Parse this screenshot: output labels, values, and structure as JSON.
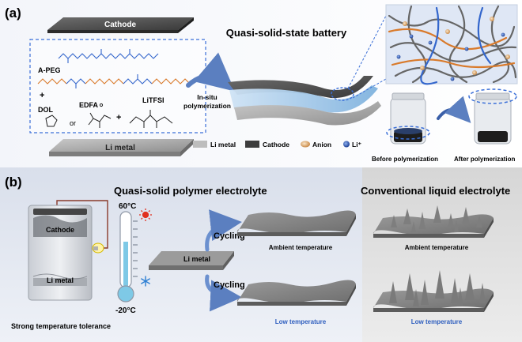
{
  "panel_a": {
    "label": "(a)",
    "title": "Quasi-solid-state battery",
    "cathode_label": "Cathode",
    "li_metal_label": "Li metal",
    "apeg_label": "A-PEG",
    "plus_1": "+",
    "dol_label": "DOL",
    "edfa_label": "EDFA",
    "or_label": "or",
    "plus_2": "+",
    "litfsi_label": "LiTFSI",
    "arrow_label_line1": "In-situ",
    "arrow_label_line2": "polymerization",
    "legend": {
      "li_metal": "Li metal",
      "cathode": "Cathode",
      "anion": "Anion",
      "li_ion": "Li⁺"
    },
    "before_label": "Before polymerization",
    "after_label": "After polymerization",
    "colors": {
      "chain_blue": "#3366cc",
      "chain_orange": "#d97a2b",
      "box_dash": "#3a6fd8"
    }
  },
  "panel_b": {
    "label": "(b)",
    "quasi_title": "Quasi-solid polymer electrolyte",
    "conventional_title": "Conventional liquid electrolyte",
    "cell_cathode": "Cathode",
    "cell_li_metal": "Li metal",
    "temp_high": "60°C",
    "temp_low": "-20°C",
    "tolerance_label": "Strong temperature tolerance",
    "center_li_metal": "Li metal",
    "cycling_1": "Cycling",
    "cycling_2": "Cycling",
    "ambient_left": "Ambient temperature",
    "low_left": "Low temperature",
    "ambient_right": "Ambient temperature",
    "low_right": "Low temperature",
    "colors": {
      "low_temp_text": "#2f5fbf",
      "sun": "#e0301e",
      "snow": "#2d7fd3"
    }
  }
}
